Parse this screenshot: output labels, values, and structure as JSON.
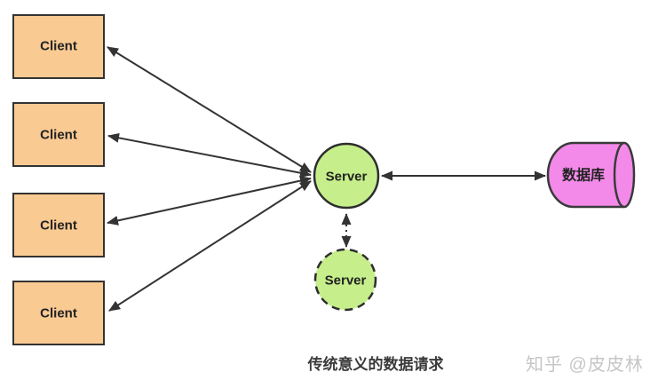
{
  "diagram": {
    "clients": [
      {
        "label": "Client"
      },
      {
        "label": "Client"
      },
      {
        "label": "Client"
      },
      {
        "label": "Client"
      }
    ],
    "server": {
      "label": "Server"
    },
    "backup_server": {
      "label": "Server"
    },
    "database": {
      "label": "数据库"
    },
    "caption": "传统意义的数据请求",
    "watermark": "知乎 @皮皮林"
  },
  "colors": {
    "client_fill": "#F9CA92",
    "client_border": "#333333",
    "server_fill": "#C6EF8B",
    "server_border": "#2E2E2E",
    "database_fill": "#F38AE9",
    "database_border": "#3A3A3A",
    "arrow": "#333333",
    "node_text": "#222222",
    "caption_text": "#3A3A3A",
    "watermark_text": "#C6C6C6"
  }
}
